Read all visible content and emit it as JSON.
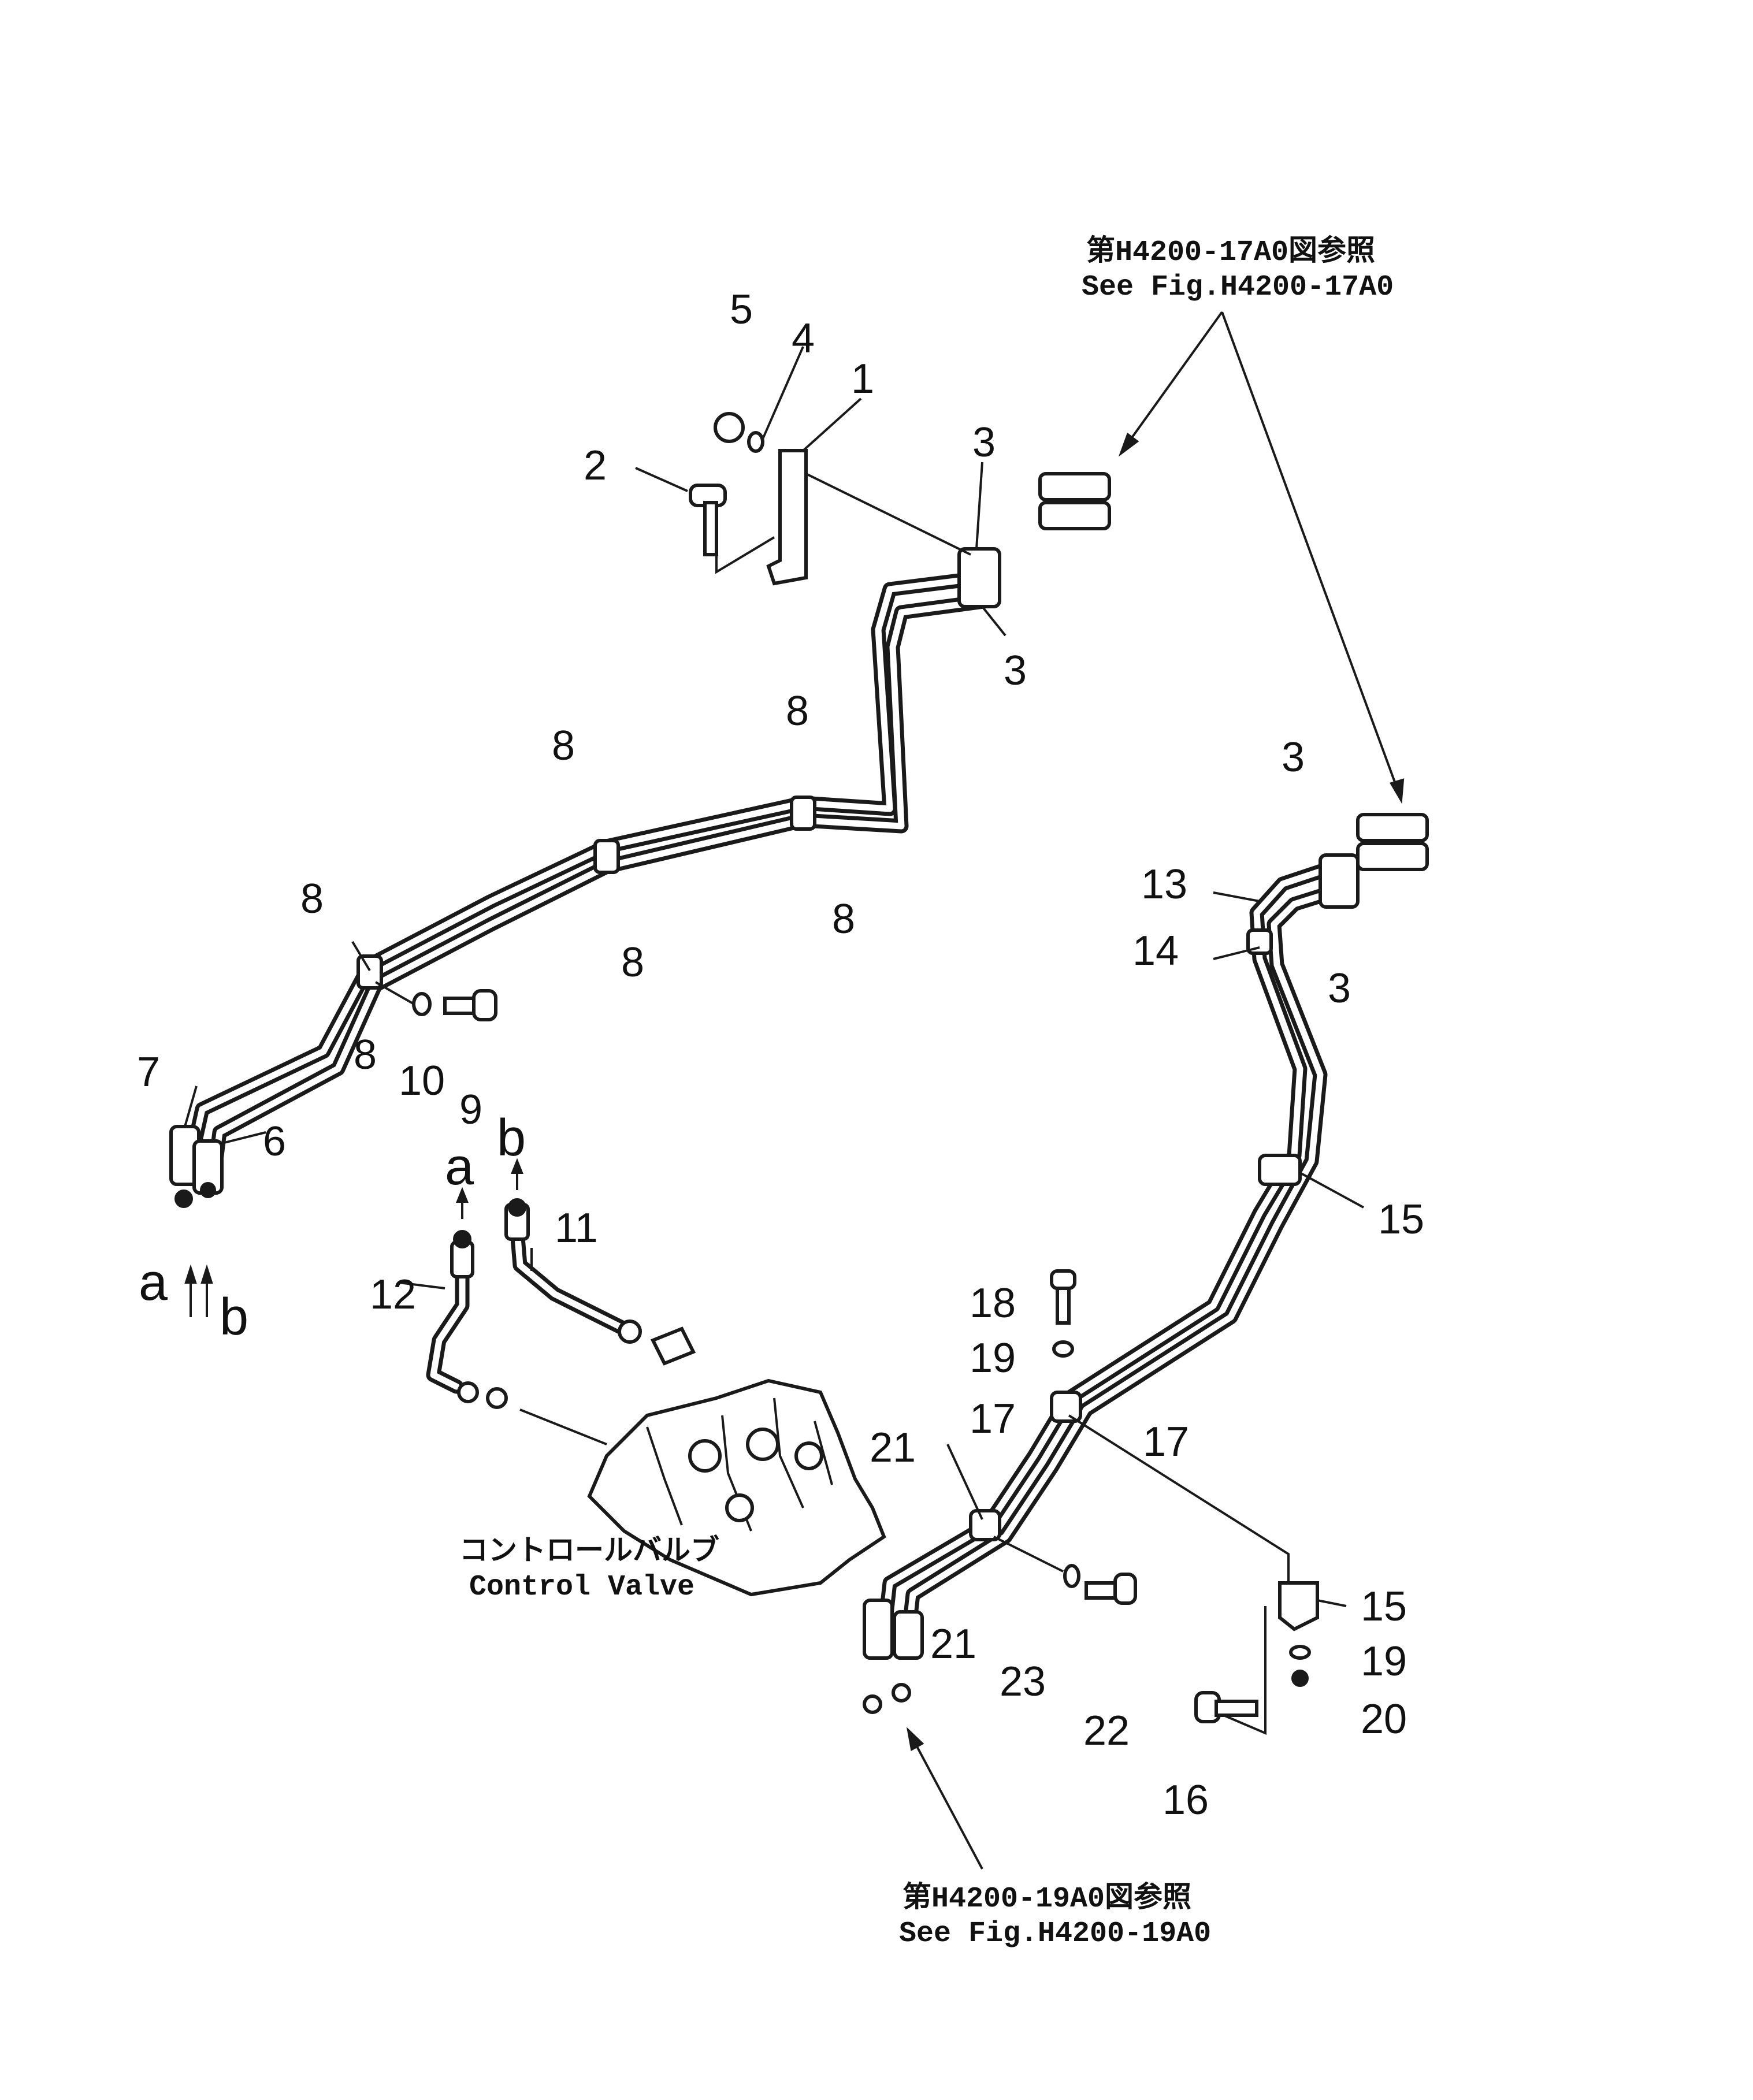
{
  "diagram": {
    "callouts": [
      "1",
      "2",
      "3",
      "4",
      "5",
      "6",
      "7",
      "8",
      "9",
      "10",
      "11",
      "12",
      "13",
      "14",
      "15",
      "16",
      "17",
      "18",
      "19",
      "20",
      "21",
      "22",
      "23"
    ],
    "ref_top": {
      "jp": "第H4200-17A0図参照",
      "en": "See Fig.H4200-17A0"
    },
    "ref_bottom": {
      "jp": "第H4200-19A0図参照",
      "en": "See Fig.H4200-19A0"
    },
    "control_valve": {
      "jp": "コントロールバルブ",
      "en": "Control Valve"
    },
    "flow_markers": {
      "a": "a",
      "b": "b"
    },
    "colors": {
      "ink": "#1a1a1a",
      "paper": "#ffffff"
    }
  }
}
